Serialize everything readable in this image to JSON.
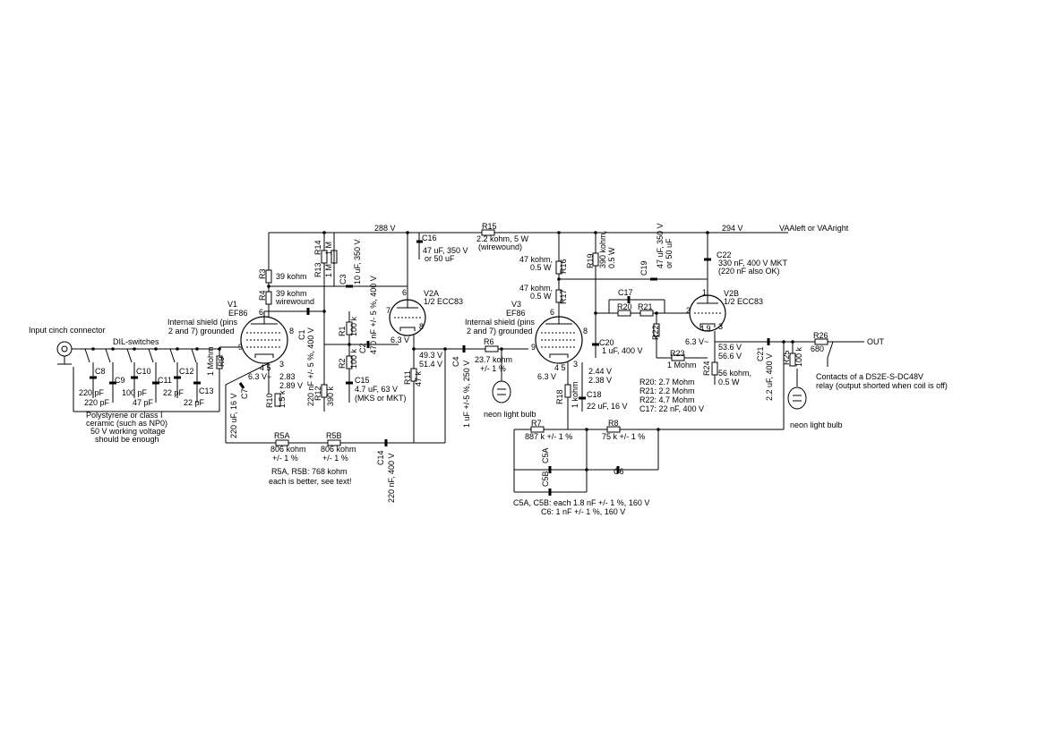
{
  "rails": {
    "b288": "288 V",
    "b294": "294 V",
    "vaa": "VAAleft or VAAright",
    "out": "OUT"
  },
  "input": {
    "connector": "Input cinch connector",
    "switches": "DIL-switches",
    "note1": "Polystyrene or class I",
    "note2": "ceramic (such as NP0)",
    "note3": "50 V working voltage",
    "note4": "should be enough"
  },
  "caps_in": [
    {
      "ref": "C8",
      "val": "220 pF"
    },
    {
      "ref": "C9",
      "val": "220 pF"
    },
    {
      "ref": "C10",
      "val": "100 pF"
    },
    {
      "ref": "C11",
      "val": "47 pF"
    },
    {
      "ref": "C12",
      "val": "22 pF"
    },
    {
      "ref": "C13",
      "val": "22 pF"
    }
  ],
  "v1": {
    "ref": "V1",
    "type": "EF86",
    "shield1": "Internal shield (pins",
    "shield2": "2 and 7) grounded",
    "heater": "6.3 V~",
    "vk1": "2.83",
    "vk2": "2.89 V"
  },
  "v2a": {
    "ref": "V2A",
    "type": "1/2 ECC83",
    "heater": "6.3 V"
  },
  "v3": {
    "ref": "V3",
    "type": "EF86",
    "shield1": "Internal shield (pins",
    "shield2": "2 and 7) grounded",
    "heater": "6.3 V"
  },
  "v2b": {
    "ref": "V2B",
    "type": "1/2 ECC83",
    "heater": "6.3 V~"
  },
  "parts": {
    "R3": "R3",
    "R3v": "39 kohm",
    "R4": "R4",
    "R4v1": "39 kohm",
    "R4v2": "wirewound",
    "R13": "R13",
    "R14": "R14",
    "R13v": "1 M",
    "R14v": "1 M",
    "C3": "C3",
    "C3v": "10 uF, 350 V",
    "C16": "C16",
    "C16v1": "47 uF, 350 V",
    "C16v2": "or 50 uF",
    "R15": "R15",
    "R15v1": "2.2 kohm, 5 W",
    "R15v2": "(wirewound)",
    "C1": "C1",
    "C1v": "220 nF +/- 5 %, 400 V",
    "C2": "C2",
    "C2v": "470 nF +/- 5 %, 400 V",
    "R1": "R1",
    "R1v": "100 k",
    "R2": "R2",
    "R2v": "100 k",
    "R9": "R9",
    "R9v": "1 Mohm",
    "C7": "C7",
    "C7v": "220 uF, 16 V",
    "R10": "R10",
    "R10v": "1.5 k",
    "R12": "R12",
    "R12v": "390 k",
    "C15": "C15",
    "C15v1": "4.7 uF, 63 V",
    "C15v2": "(MKS or MKT)",
    "R11": "R11",
    "R11v": "47 k",
    "v2a_k1": "49.3 V",
    "v2a_k2": "51.4 V",
    "C4": "C4",
    "C4v": "1 uF +/-5 %, 250 V",
    "R6": "R6",
    "R6v1": "23.7 kohm",
    "R6v2": "+/- 1 %",
    "bulb1": "neon light bulb",
    "R5A": "R5A",
    "R5Av1": "806 kohm",
    "R5Av2": "+/- 1 %",
    "R5B": "R5B",
    "R5Bv1": "806 kohm",
    "R5Bv2": "+/- 1 %",
    "R5note1": "R5A, R5B: 768 kohm",
    "R5note2": "each is better, see text!",
    "C14": "C14",
    "C14v": "220 nF, 400 V",
    "R16": "R16",
    "R16v1": "47 kohm,",
    "R16v2": "0.5 W",
    "R17": "R17",
    "R17v1": "47 kohm,",
    "R17v2": "0.5 W",
    "R19": "R19",
    "R19v1": "390 kohm,",
    "R19v2": "0.5 W",
    "C19": "C19",
    "C19v1": "47 uF, 350 V",
    "C19v2": "or 50 uF",
    "C22": "C22",
    "C22v1": "330 nF, 400 V MKT",
    "C22v2": "(220 nF also OK)",
    "C17": "C17",
    "R20": "R20",
    "R21": "R21",
    "C20": "C20",
    "C20v": "1 uF, 400 V",
    "R22": "R22",
    "R23": "R23",
    "R23v": "1 Mohm",
    "v2b_k1": "53.6 V",
    "v2b_k2": "56.6 V",
    "R24": "R24",
    "R24v1": "56 kohm,",
    "R24v2": "0.5 W",
    "v3_k1": "2.44 V",
    "v3_k2": "2.38 V",
    "R18": "R18",
    "R18v": "1 kohm",
    "C18": "C18",
    "C18v": "22 uF, 16 V",
    "list1": "R20: 2.7 Mohm",
    "list2": "R21: 2.2 Mohm",
    "list3": "R22: 4.7 Mohm",
    "list4": "C17: 22 nF, 400 V",
    "R7": "R7",
    "R7v": "887 k +/- 1 %",
    "R8": "R8",
    "R8v": "75 k +/- 1 %",
    "C5A": "C5A",
    "C5B": "C5B",
    "C6": "C6",
    "c5note1": "C5A, C5B: each 1.8 nF +/- 1 %, 160 V",
    "c5note2": "C6: 1 nF +/- 1 %, 160 V",
    "C21": "C21",
    "C21v": "2.2 uF, 400 V",
    "R25": "R25",
    "R25v": "100 k",
    "R26": "R26",
    "R26v": "680",
    "bulb2": "neon light bulb",
    "relay1": "Contacts of a DS2E-S-DC48V",
    "relay2": "relay (output shorted when coil is off)"
  },
  "pins": {
    "p6": "6",
    "p7": "7",
    "p8": "8",
    "p9": "9",
    "p3": "3",
    "p45": "4 5",
    "p1": "1",
    "p2": "2",
    "p49": "4 9"
  }
}
